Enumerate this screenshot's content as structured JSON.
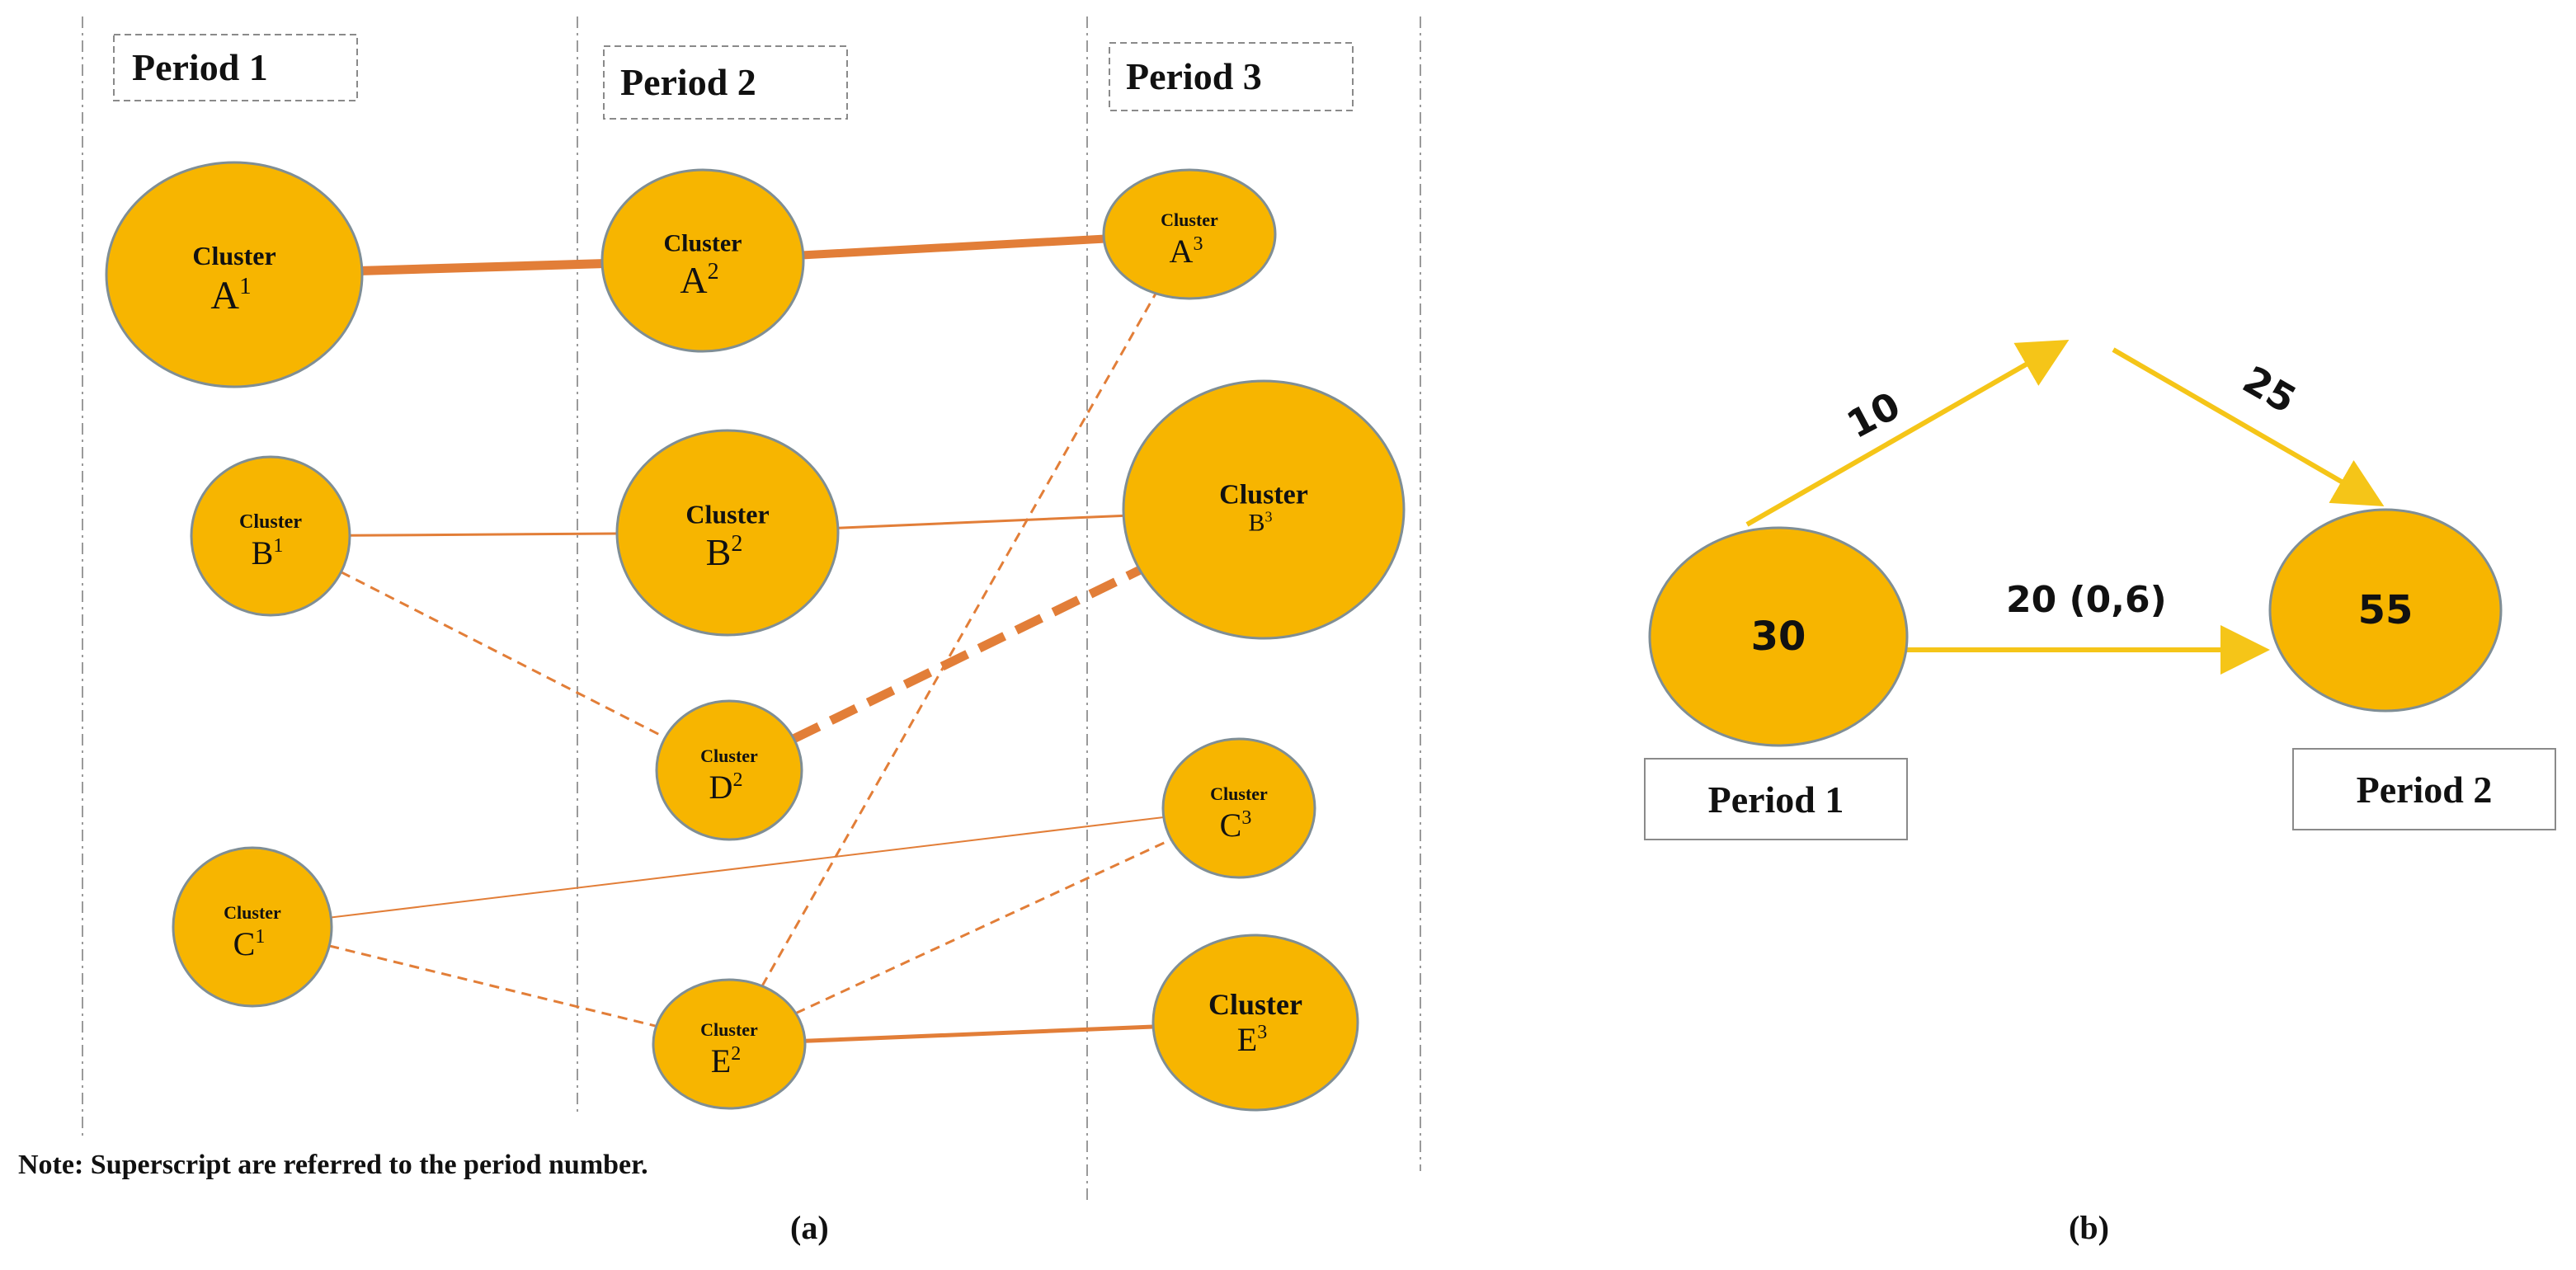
{
  "panel_a": {
    "periods": [
      {
        "id": "p1",
        "label": "Period 1"
      },
      {
        "id": "p2",
        "label": "Period 2"
      },
      {
        "id": "p3",
        "label": "Period 3"
      }
    ],
    "clusters": [
      {
        "id": "A1",
        "word": "Cluster",
        "letter": "A",
        "sup": "1"
      },
      {
        "id": "B1",
        "word": "Cluster",
        "letter": "B",
        "sup": "1"
      },
      {
        "id": "C1",
        "word": "Cluster",
        "letter": "C",
        "sup": "1"
      },
      {
        "id": "A2",
        "word": "Cluster",
        "letter": "A",
        "sup": "2"
      },
      {
        "id": "B2",
        "word": "Cluster",
        "letter": "B",
        "sup": "2"
      },
      {
        "id": "D2",
        "word": "Cluster",
        "letter": "D",
        "sup": "2"
      },
      {
        "id": "E2",
        "word": "Cluster",
        "letter": "E",
        "sup": "2"
      },
      {
        "id": "A3",
        "word": "Cluster",
        "letter": "A",
        "sup": "3"
      },
      {
        "id": "B3",
        "word": "Cluster",
        "letter": "B",
        "sup": "3"
      },
      {
        "id": "C3",
        "word": "Cluster",
        "letter": "C",
        "sup": "3"
      },
      {
        "id": "E3",
        "word": "Cluster",
        "letter": "E",
        "sup": "3"
      }
    ],
    "links": [
      {
        "from": "A1",
        "to": "A2",
        "style": "solid"
      },
      {
        "from": "A2",
        "to": "A3",
        "style": "solid"
      },
      {
        "from": "B1",
        "to": "B2",
        "style": "solid"
      },
      {
        "from": "B2",
        "to": "B3",
        "style": "solid"
      },
      {
        "from": "B1",
        "to": "D2",
        "style": "dashed"
      },
      {
        "from": "D2",
        "to": "B3",
        "style": "dashed"
      },
      {
        "from": "C1",
        "to": "C3",
        "style": "solid"
      },
      {
        "from": "C1",
        "to": "E2",
        "style": "dashed"
      },
      {
        "from": "E2",
        "to": "A3",
        "style": "dashed"
      },
      {
        "from": "E2",
        "to": "C3",
        "style": "dashed"
      },
      {
        "from": "E2",
        "to": "E3",
        "style": "solid"
      }
    ],
    "note": "Note: Superscript are referred to the period number.",
    "caption": "(a)"
  },
  "panel_b": {
    "nodes": [
      {
        "id": "n1",
        "value": "30"
      },
      {
        "id": "n2",
        "value": "55"
      }
    ],
    "edge_labels": {
      "up": "10",
      "down": "25",
      "direct": "20 (0,6)"
    },
    "period_labels": {
      "left": "Period 1",
      "right": "Period 2"
    },
    "caption": "(b)"
  },
  "colors": {
    "node_fill": "#F7B500",
    "node_stroke": "#7F8E95",
    "link": "#E27E38",
    "arrow": "#F5C518",
    "divider": "#9A9A9A",
    "text": "#111111"
  }
}
